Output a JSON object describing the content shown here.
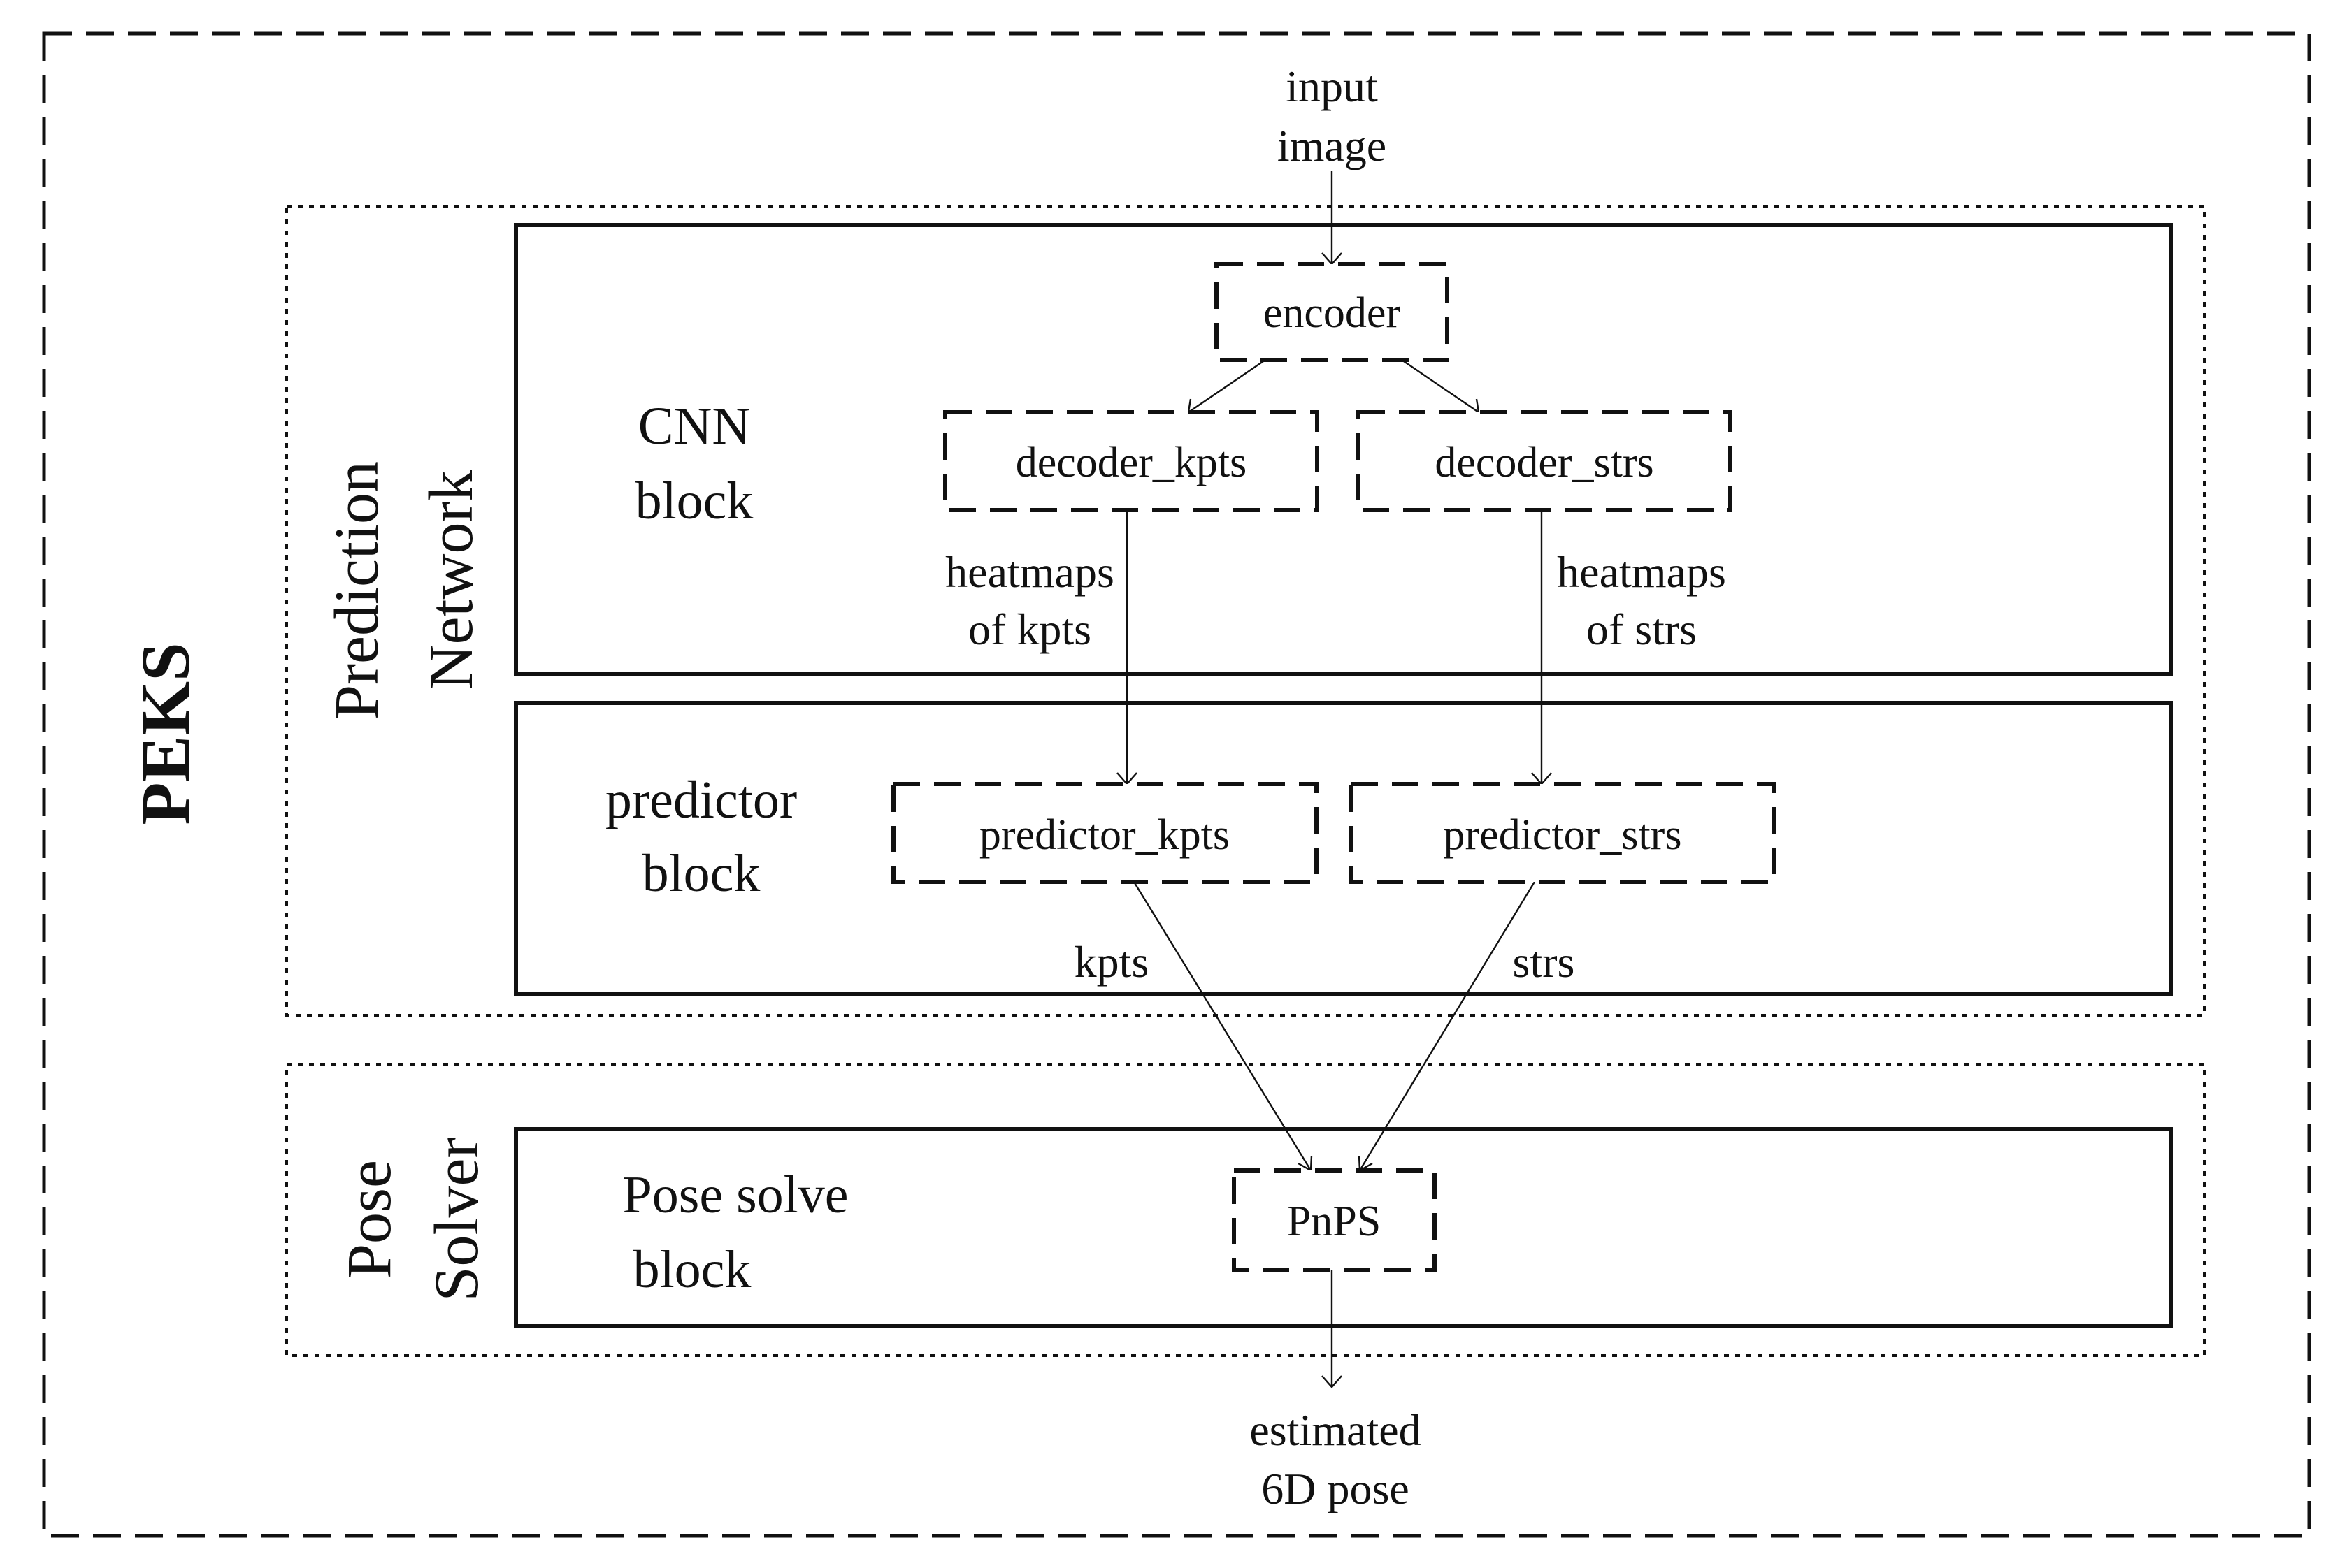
{
  "title": "PEKS",
  "sections": {
    "prediction": [
      "Prediction",
      "Network"
    ],
    "solver": [
      "Pose",
      "Solver"
    ]
  },
  "blocks": {
    "cnn": [
      "CNN",
      "block"
    ],
    "predictor": [
      "predictor",
      "block"
    ],
    "pose": [
      "Pose solve",
      "block"
    ]
  },
  "nodes": {
    "encoder": "encoder",
    "decoder_kpts": "decoder_kpts",
    "decoder_strs": "decoder_strs",
    "predictor_kpts": "predictor_kpts",
    "predictor_strs": "predictor_strs",
    "pnps": "PnPS"
  },
  "labels": {
    "input": [
      "input",
      "image"
    ],
    "heatmaps_kpts": [
      "heatmaps",
      "of kpts"
    ],
    "heatmaps_strs": [
      "heatmaps",
      "of strs"
    ],
    "kpts": "kpts",
    "strs": "strs",
    "output": [
      "estimated",
      "6D pose"
    ]
  }
}
